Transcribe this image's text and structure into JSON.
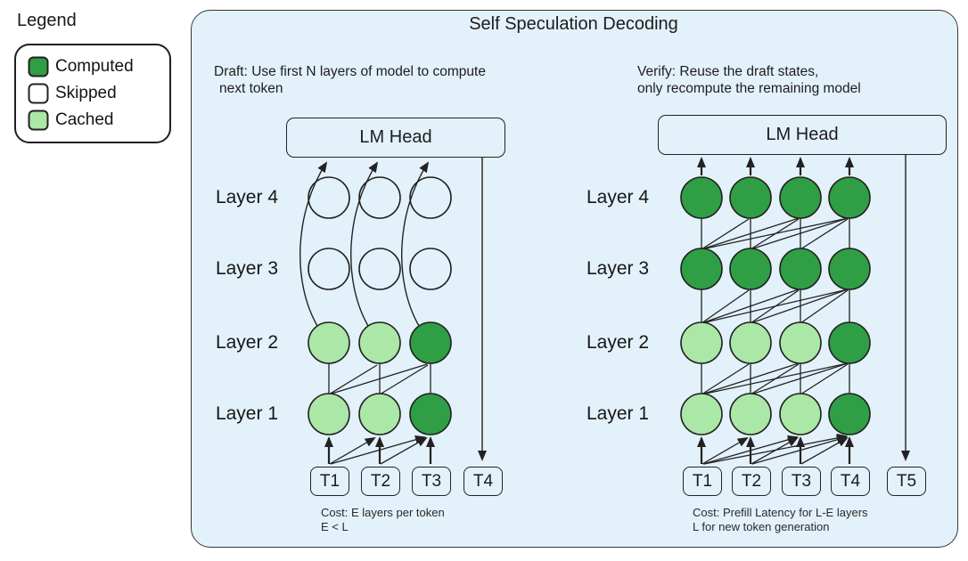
{
  "legend": {
    "title": "Legend",
    "items": [
      {
        "label": "Computed",
        "color": "#2f9e44"
      },
      {
        "label": "Skipped",
        "color": "#ffffff"
      },
      {
        "label": "Cached",
        "color": "#abe7a6"
      }
    ]
  },
  "palette": {
    "computed": "#2f9e44",
    "cached": "#abe7a6",
    "skipped": "#ffffff",
    "node_stroke": "#222222",
    "canvas": "#e3f1fa"
  },
  "main": {
    "title": "Self Speculation Decoding"
  },
  "draft": {
    "note_line1": "Draft: Use first N layers of model to compute",
    "note_line2": "next token",
    "lm_head": "LM Head",
    "layers": [
      {
        "label": "Layer 4",
        "states": [
          "skipped",
          "skipped",
          "skipped"
        ]
      },
      {
        "label": "Layer 3",
        "states": [
          "skipped",
          "skipped",
          "skipped"
        ]
      },
      {
        "label": "Layer 2",
        "states": [
          "cached",
          "cached",
          "computed"
        ]
      },
      {
        "label": "Layer 1",
        "states": [
          "cached",
          "cached",
          "computed"
        ]
      }
    ],
    "tokens": [
      "T1",
      "T2",
      "T3",
      "T4"
    ],
    "cost_line1": "Cost: E layers per token",
    "cost_line2": "E < L"
  },
  "verify": {
    "note_line1": "Verify: Reuse the draft states,",
    "note_line2": "only recompute the remaining model",
    "lm_head": "LM Head",
    "layers": [
      {
        "label": "Layer 4",
        "states": [
          "computed",
          "computed",
          "computed",
          "computed"
        ]
      },
      {
        "label": "Layer 3",
        "states": [
          "computed",
          "computed",
          "computed",
          "computed"
        ]
      },
      {
        "label": "Layer 2",
        "states": [
          "cached",
          "cached",
          "cached",
          "computed"
        ]
      },
      {
        "label": "Layer 1",
        "states": [
          "cached",
          "cached",
          "cached",
          "computed"
        ]
      }
    ],
    "tokens": [
      "T1",
      "T2",
      "T3",
      "T4",
      "T5"
    ],
    "cost_line1": "Cost: Prefill Latency for L-E layers",
    "cost_line2": "L for new token generation"
  }
}
